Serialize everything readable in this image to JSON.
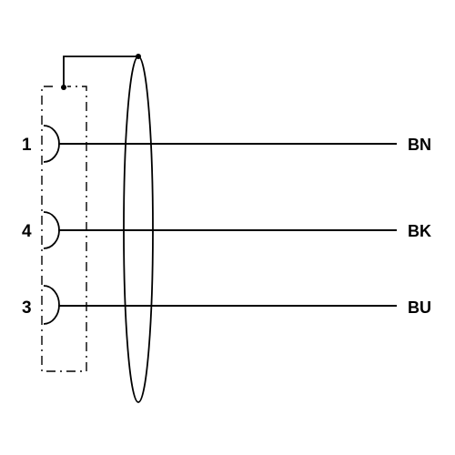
{
  "diagram": {
    "pins": [
      {
        "number": "1",
        "wire_color": "BN"
      },
      {
        "number": "4",
        "wire_color": "BK"
      },
      {
        "number": "3",
        "wire_color": "BU"
      }
    ],
    "colors": {
      "line": "#000000",
      "background": "#ffffff"
    }
  }
}
